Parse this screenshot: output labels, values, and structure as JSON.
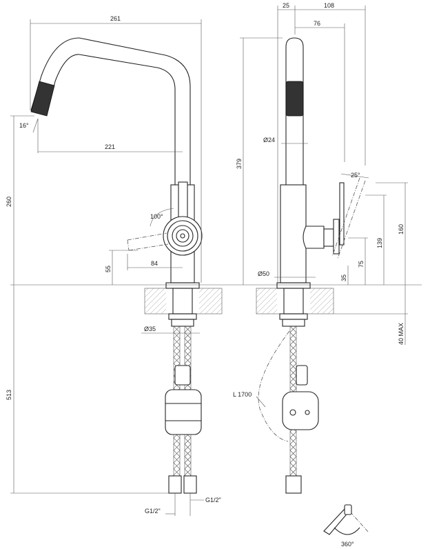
{
  "title": "Kitchen mixer technical drawing",
  "front_view": {
    "dims": {
      "width_total": "261",
      "spout_angle": "16°",
      "reach": "221",
      "spout_height": "260",
      "lever_rotation": "100°",
      "lever_height": "55",
      "lever_reach": "84",
      "shank_diameter": "Ø35",
      "hose_length": "513",
      "connection_left": "G1/2\"",
      "connection_right": "G1/2\""
    }
  },
  "side_view": {
    "dims": {
      "offset_back": "25",
      "depth_total": "108",
      "lever_depth": "76",
      "head_diameter": "Ø24",
      "total_height": "379",
      "lever_angle": "25°",
      "lever_top": "160",
      "lever_mid": "139",
      "lever_axis": "75",
      "lever_bottom": "35",
      "base_diameter": "Ø50",
      "counter_thickness": "40 MAX",
      "pullout_hose": "L 1700"
    }
  },
  "rotation": {
    "label": "360°"
  }
}
